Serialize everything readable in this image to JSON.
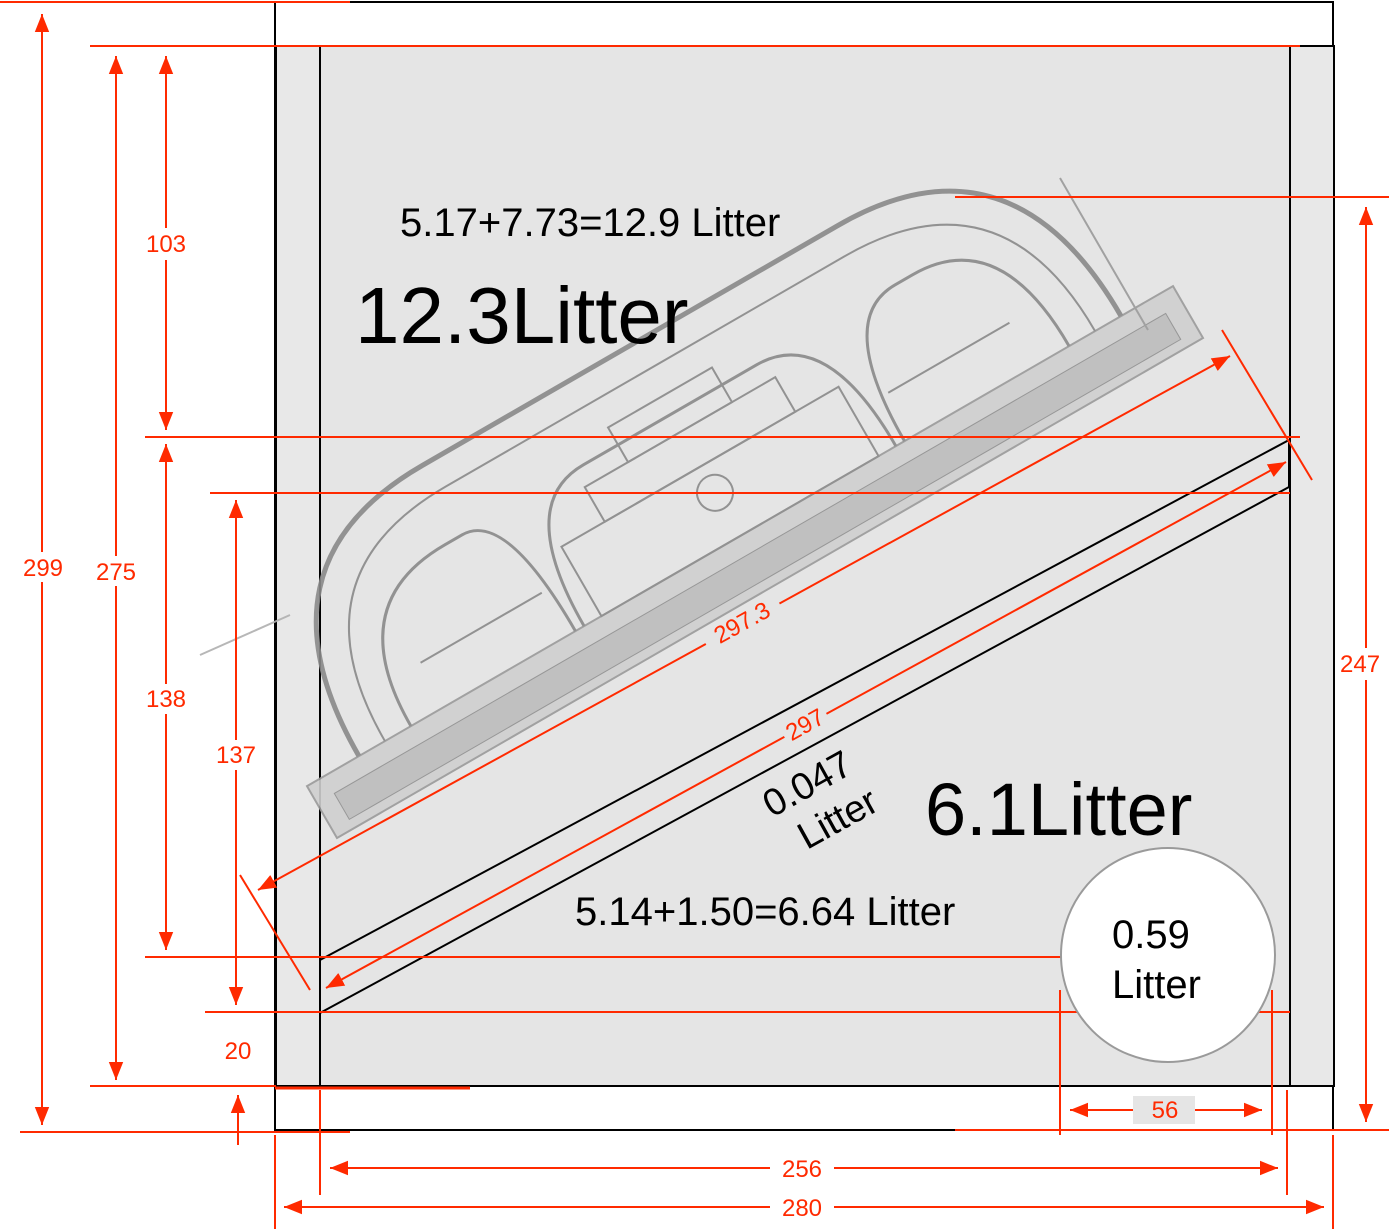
{
  "dimensions": {
    "d299": "299",
    "d275": "275",
    "d103": "103",
    "d138": "138",
    "d137": "137",
    "d20": "20",
    "d247": "247",
    "d256": "256",
    "d280": "280",
    "d56": "56",
    "d297_3": "297.3",
    "d297": "297"
  },
  "labels": {
    "top_sum": "5.17+7.73=12.9 Litter",
    "top_volume": "12.3Litter",
    "small_volume_value": "0.047",
    "small_volume_unit": "Litter",
    "bottom_volume": "6.1Litter",
    "bottom_sum": "5.14+1.50=6.64 Litter",
    "circle_value": "0.59",
    "circle_unit": "Litter"
  },
  "colors": {
    "dimension": "#ff2a00",
    "panel": "#e5e5e5",
    "outline": "#000000"
  }
}
